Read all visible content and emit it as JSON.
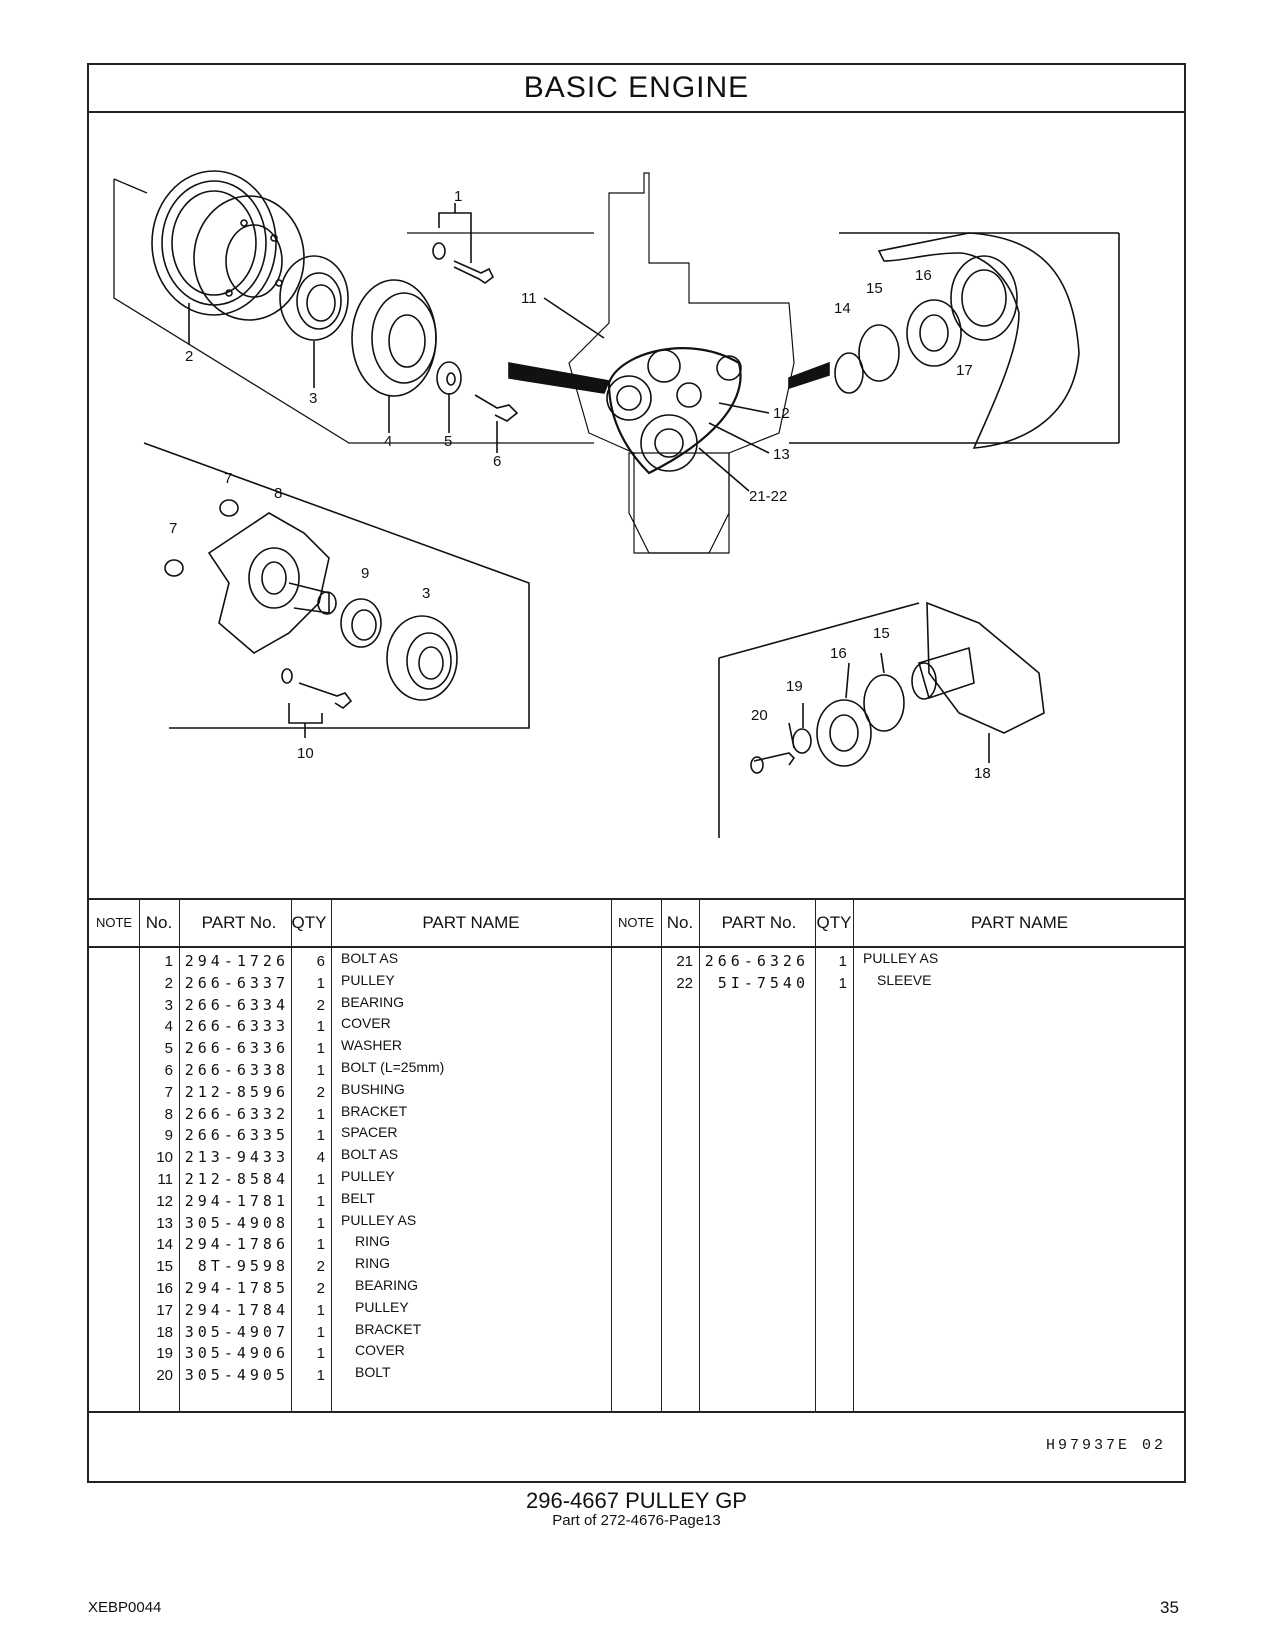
{
  "header": {
    "title": "BASIC   ENGINE"
  },
  "callouts": [
    "1",
    "2",
    "3",
    "4",
    "5",
    "6",
    "7",
    "8",
    "7",
    "9",
    "3",
    "10",
    "11",
    "12",
    "13",
    "21-22",
    "14",
    "15",
    "16",
    "17",
    "15",
    "16",
    "19",
    "20",
    "18"
  ],
  "table": {
    "headers": {
      "note": "NOTE",
      "no": "No.",
      "part_no": "PART No.",
      "qty": "QTY",
      "part_name": "PART NAME"
    },
    "left": [
      {
        "no": "1",
        "part_no": "294-1726",
        "qty": "6",
        "name": "BOLT  AS",
        "indent": 0
      },
      {
        "no": "2",
        "part_no": "266-6337",
        "qty": "1",
        "name": "PULLEY",
        "indent": 0
      },
      {
        "no": "3",
        "part_no": "266-6334",
        "qty": "2",
        "name": "BEARING",
        "indent": 0
      },
      {
        "no": "4",
        "part_no": "266-6333",
        "qty": "1",
        "name": "COVER",
        "indent": 0
      },
      {
        "no": "5",
        "part_no": "266-6336",
        "qty": "1",
        "name": "WASHER",
        "indent": 0
      },
      {
        "no": "6",
        "part_no": "266-6338",
        "qty": "1",
        "name": "BOLT (L=25mm)",
        "indent": 0
      },
      {
        "no": "7",
        "part_no": "212-8596",
        "qty": "2",
        "name": "BUSHING",
        "indent": 0
      },
      {
        "no": "8",
        "part_no": "266-6332",
        "qty": "1",
        "name": "BRACKET",
        "indent": 0
      },
      {
        "no": "9",
        "part_no": "266-6335",
        "qty": "1",
        "name": "SPACER",
        "indent": 0
      },
      {
        "no": "10",
        "part_no": "213-9433",
        "qty": "4",
        "name": "BOLT  AS",
        "indent": 0
      },
      {
        "no": "11",
        "part_no": "212-8584",
        "qty": "1",
        "name": "PULLEY",
        "indent": 0
      },
      {
        "no": "12",
        "part_no": "294-1781",
        "qty": "1",
        "name": "BELT",
        "indent": 0
      },
      {
        "no": "13",
        "part_no": "305-4908",
        "qty": "1",
        "name": "PULLEY  AS",
        "indent": 0
      },
      {
        "no": "14",
        "part_no": "294-1786",
        "qty": "1",
        "name": "RING",
        "indent": 1
      },
      {
        "no": "15",
        "part_no": "8T-9598",
        "qty": "2",
        "name": "RING",
        "indent": 1
      },
      {
        "no": "16",
        "part_no": "294-1785",
        "qty": "2",
        "name": "BEARING",
        "indent": 1
      },
      {
        "no": "17",
        "part_no": "294-1784",
        "qty": "1",
        "name": "PULLEY",
        "indent": 1
      },
      {
        "no": "18",
        "part_no": "305-4907",
        "qty": "1",
        "name": "BRACKET",
        "indent": 1
      },
      {
        "no": "19",
        "part_no": "305-4906",
        "qty": "1",
        "name": "COVER",
        "indent": 1
      },
      {
        "no": "20",
        "part_no": "305-4905",
        "qty": "1",
        "name": "BOLT",
        "indent": 1
      }
    ],
    "right": [
      {
        "no": "21",
        "part_no": "266-6326",
        "qty": "1",
        "name": "PULLEY  AS",
        "indent": 0
      },
      {
        "no": "22",
        "part_no": "5I-7540",
        "qty": "1",
        "name": "SLEEVE",
        "indent": 1
      }
    ]
  },
  "illustration_code": "H97937E   02",
  "footer": {
    "title": "296-4667   PULLEY  GP",
    "subtitle": "Part of 272-4676-Page13",
    "doc_id": "XEBP0044",
    "page_number": "35"
  }
}
